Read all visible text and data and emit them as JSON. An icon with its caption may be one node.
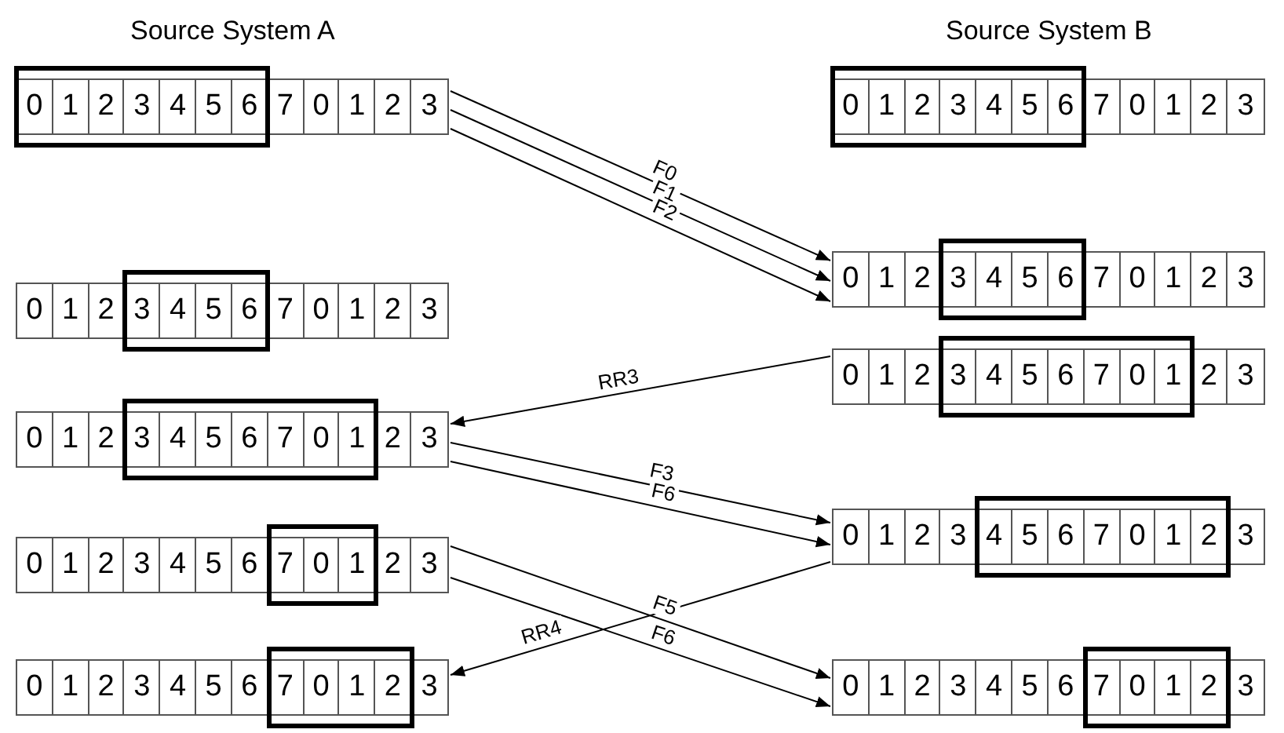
{
  "diagram": {
    "nodes": [
      {
        "text": [
          "0",
          "1",
          "2",
          "3",
          "4",
          "5",
          "6",
          "7",
          "0",
          "1",
          "2",
          "3"
        ]
      },
      {
        "text": [
          "0",
          "1",
          "2",
          "3",
          "4",
          "5",
          "6",
          "7",
          "0",
          "1",
          "2",
          "3"
        ]
      },
      {
        "text": [
          "0",
          "1",
          "2",
          "3",
          "4",
          "5",
          "6",
          "7",
          "0",
          "1",
          "2",
          "3"
        ]
      },
      {
        "text": [
          "0",
          "1",
          "2",
          "3",
          "4",
          "5",
          "6",
          "7",
          "0",
          "1",
          "2",
          "3"
        ]
      },
      {
        "text": [
          "0",
          "1",
          "2",
          "3",
          "4",
          "5",
          "6",
          "7",
          "0",
          "1",
          "2",
          "3"
        ]
      },
      {
        "text": [
          "0",
          "1",
          "2",
          "3",
          "4",
          "5",
          "6",
          "7",
          "0",
          "1",
          "2",
          "3"
        ]
      },
      {
        "text": [
          "0",
          "1",
          "2",
          "3",
          "4",
          "5",
          "6",
          "7",
          "0",
          "1",
          "2",
          "3"
        ]
      },
      {
        "text": [
          "0",
          "1",
          "2",
          "3",
          "4",
          "5",
          "6",
          "7",
          "0",
          "1",
          "2",
          "3"
        ]
      },
      {
        "text": [
          "0",
          "1",
          "2",
          "3",
          "4",
          "5",
          "6",
          "7",
          "0",
          "1",
          "2",
          "3"
        ]
      },
      {
        "text": [
          "0",
          "1",
          "2",
          "3",
          "4",
          "5",
          "6",
          "7",
          "0",
          "1",
          "2",
          "3"
        ]
      }
    ],
    "edges": [
      {
        "from": 0,
        "to": 2,
        "arrow": "to",
        "label": "F0"
      },
      {
        "from": 0,
        "to": 2,
        "arrow": "to",
        "label": "F1"
      },
      {
        "from": 0,
        "to": 2,
        "arrow": "to",
        "label": "F2"
      },
      {
        "from": 4,
        "to": 5,
        "arrow": "to",
        "label": "RR3"
      },
      {
        "from": 5,
        "to": 6,
        "arrow": "to",
        "label": "F3"
      },
      {
        "from": 5,
        "to": 6,
        "arrow": "to",
        "label": "F6"
      },
      {
        "from": 7,
        "to": 9,
        "arrow": "to",
        "label": "F5"
      },
      {
        "from": 7,
        "to": 9,
        "arrow": "to",
        "label": "F6"
      },
      {
        "from": 6,
        "to": 8,
        "arrow": "to",
        "label": "RR4"
      }
    ],
    "labels": [
      "Source System A",
      "Source System B"
    ]
  }
}
